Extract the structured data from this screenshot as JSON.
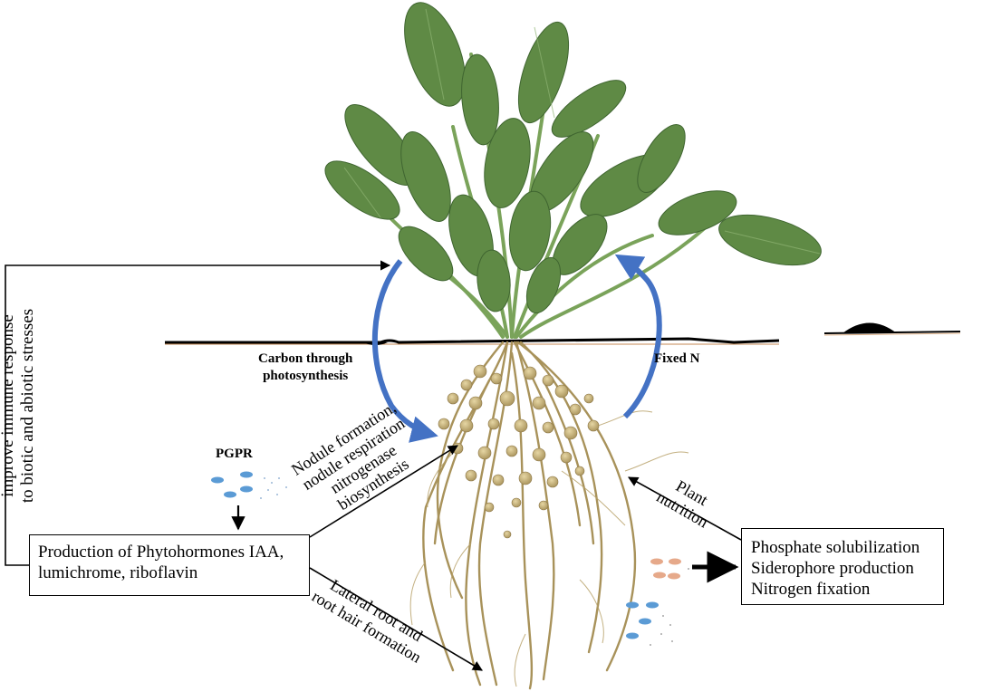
{
  "labels": {
    "immune_line1": "improve immune response",
    "immune_line2": "to biotic and abiotic stresses",
    "carbon_line1": "Carbon through",
    "carbon_line2": "photosynthesis",
    "fixed_n": "Fixed N",
    "pgpr": "PGPR",
    "nodule_line1": "Nodule formation,",
    "nodule_line2": "nodule respiration",
    "nodule_line3": "nitrogenase",
    "nodule_line4": "biosynthesis",
    "plant_line1": "Plant",
    "plant_line2": "nutrition",
    "lateral_line1": "Lateral root and",
    "lateral_line2": "root hair formation"
  },
  "phytohormone_box": {
    "line1": "Production of Phytohormones IAA,",
    "line2": "lumichrome, riboflavin"
  },
  "functions_box": {
    "line1": "Phosphate solubilization",
    "line2": "Siderophore production",
    "line3": "Nitrogen fixation"
  },
  "colors": {
    "flow_arrow": "#4472c4",
    "leaf": "#5f8a45",
    "root": "#a8925a",
    "nodule": "#c9b37c",
    "bacteria_blue": "#5b9bd5",
    "bacteria_orange": "#e6a98a",
    "soil_line": "#000000"
  }
}
